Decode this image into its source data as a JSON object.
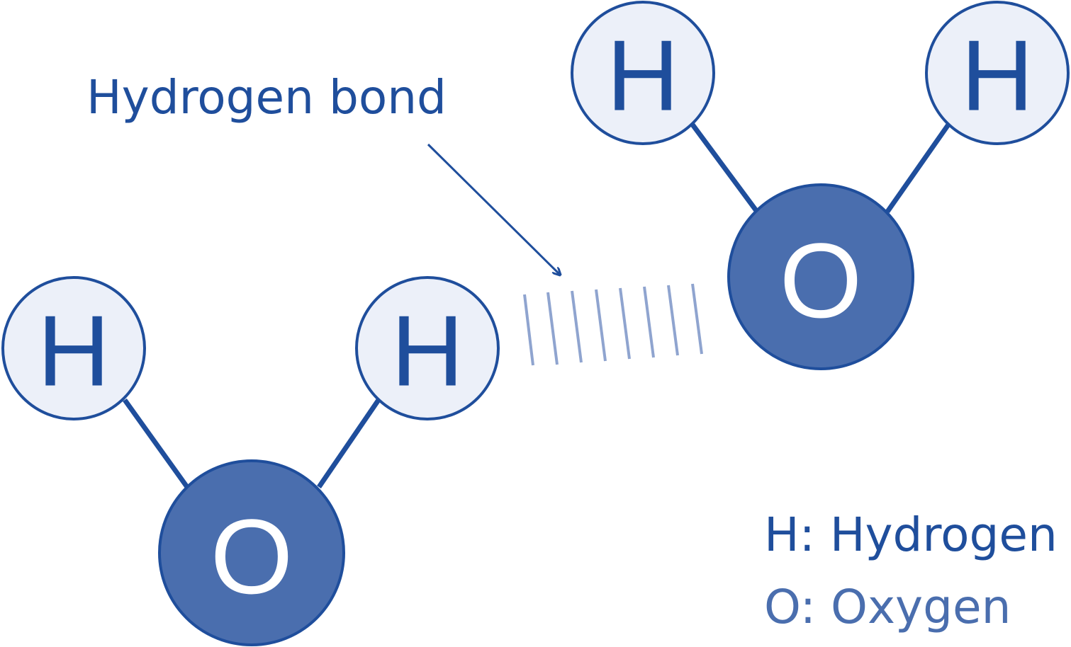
{
  "colors": {
    "hydrogen_fill": "#ECF0F9",
    "hydrogen_text": "#1F4E9C",
    "oxygen_fill": "#4A6EAE",
    "oxygen_text": "#FFFFFF",
    "outline": "#1F4E9C",
    "bond": "#1F4E9C",
    "hydrogen_bond_dashes": "#8FA4CF",
    "label_primary": "#1F4E9C",
    "label_secondary": "#4A6EAE"
  },
  "molecules": [
    {
      "atoms": [
        {
          "symbol": "H"
        },
        {
          "symbol": "H"
        },
        {
          "symbol": "O"
        }
      ]
    },
    {
      "atoms": [
        {
          "symbol": "H"
        },
        {
          "symbol": "H"
        },
        {
          "symbol": "O"
        }
      ]
    }
  ],
  "callout": {
    "text": "Hydrogen bond"
  },
  "legend": {
    "hydrogen": "H: Hydrogen",
    "oxygen": "O: Oxygen"
  }
}
